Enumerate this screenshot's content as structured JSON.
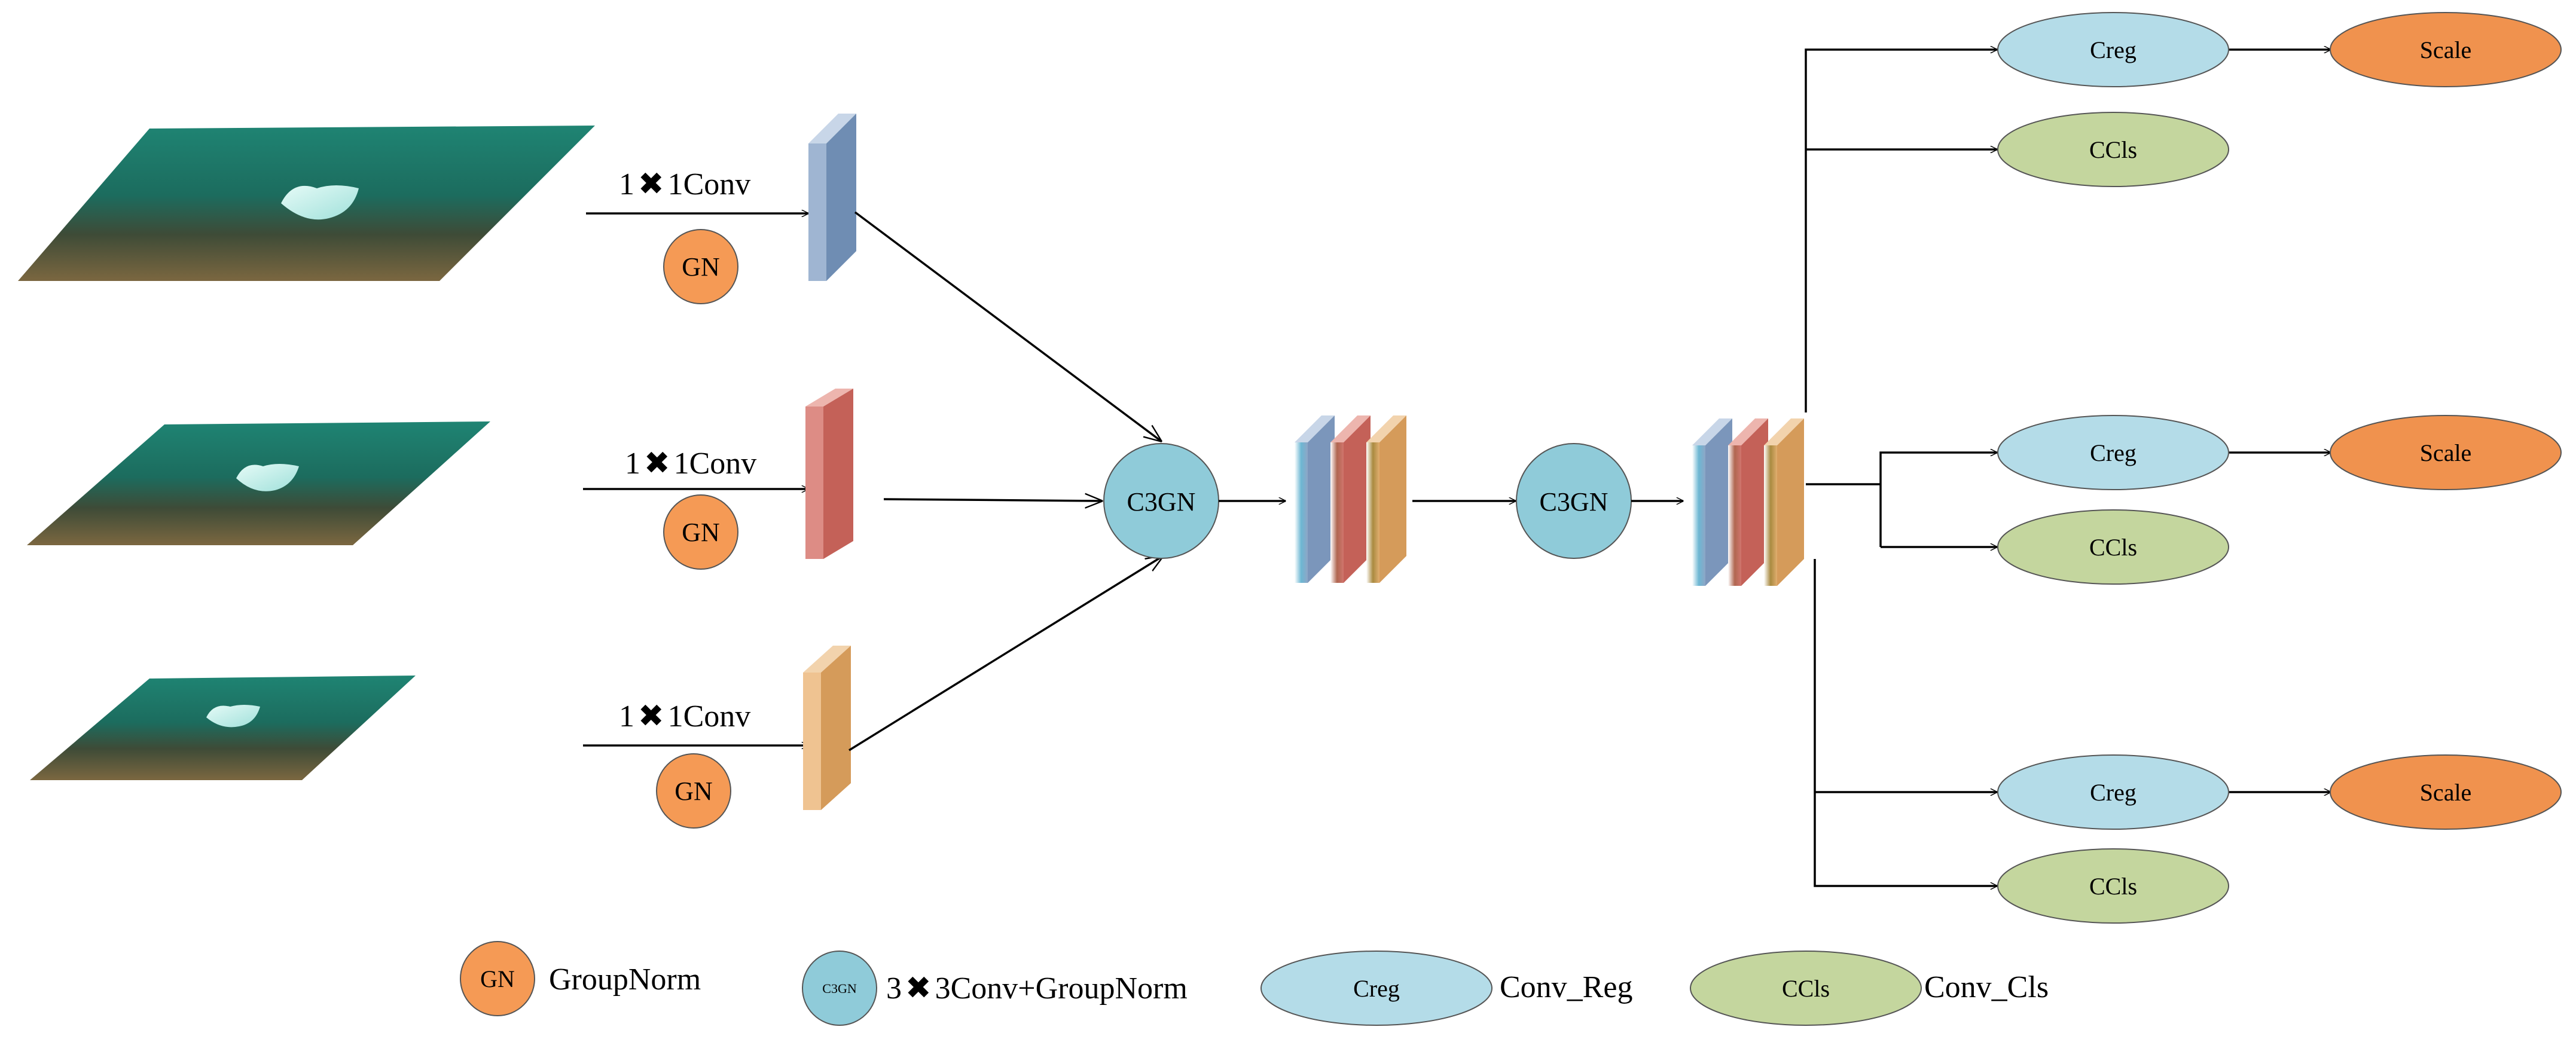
{
  "colors": {
    "gn": "#F59A55",
    "c3gn": "#8FCBD9",
    "creg": "#B4DCE8",
    "ccls": "#C4D69E",
    "scale": "#F0924E",
    "blue_map": "#8DA6C6",
    "red_map": "#D0756D",
    "orange_map": "#E1AE6F",
    "water": "#1E7566",
    "sand": "#6B5A3A"
  },
  "inputs": {
    "conv_label_prefix": "1",
    "conv_label_suffix": "1Conv",
    "cross_symbol": "✖",
    "gn_label": "GN"
  },
  "nodes": {
    "c3gn_label": "C3GN",
    "creg_label": "Creg",
    "ccls_label": "CCls",
    "scale_label": "Scale"
  },
  "legend": {
    "gn_symbol": "GN",
    "gn_text": "GroupNorm",
    "c3gn_symbol": "C3GN",
    "c3gn_text_prefix": "3",
    "c3gn_text_suffix": "3Conv+GroupNorm",
    "creg_symbol": "Creg",
    "creg_text": "Conv_Reg",
    "ccls_symbol": "CCls",
    "ccls_text": "Conv_Cls"
  }
}
